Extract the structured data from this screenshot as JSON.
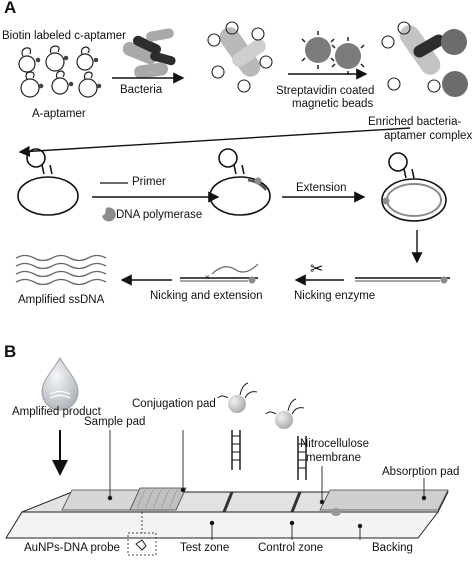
{
  "panels": {
    "a": "A",
    "b": "B"
  },
  "panel_a": {
    "biotin_label": "Biotin labeled c-aptamer",
    "a_aptamer_label": "A-aptamer",
    "bacteria_label": "Bacteria",
    "streptavidin_label_1": "Streptavidin coated",
    "streptavidin_label_2": "magnetic beads",
    "enriched_label_1": "Enriched bacteria-",
    "enriched_label_2": "aptamer complex",
    "primer_label": "Primer",
    "polymerase_label": "DNA polymerase",
    "extension_label": "Extension",
    "nicking_enzyme_label": "Nicking enzyme",
    "nicking_extension_label": "Nicking and extension",
    "amplified_ssdna_label": "Amplified ssDNA"
  },
  "panel_b": {
    "amplified_product_label": "Amplified product",
    "conjugation_pad_label": "Conjugation pad",
    "sample_pad_label": "Sample pad",
    "nitrocellulose_label_1": "Nitrocellulose",
    "nitrocellulose_label_2": "membrane",
    "absorption_pad_label": "Absorption pad",
    "aunp_probe_label": "AuNPs-DNA probe",
    "test_zone_label": "Test zone",
    "control_zone_label": "Control zone",
    "backing_label": "Backing"
  },
  "colors": {
    "bacteria": "#a9a9a9",
    "bacteria_dark": "#2d2d2d",
    "bead": "#7c7c7c",
    "polymerase": "#8c8c8c",
    "strip_top": "#e2e2e2",
    "pad": "#cfcfcf",
    "droplet": "#c9ced3",
    "aunp": "#c8c8c8"
  }
}
